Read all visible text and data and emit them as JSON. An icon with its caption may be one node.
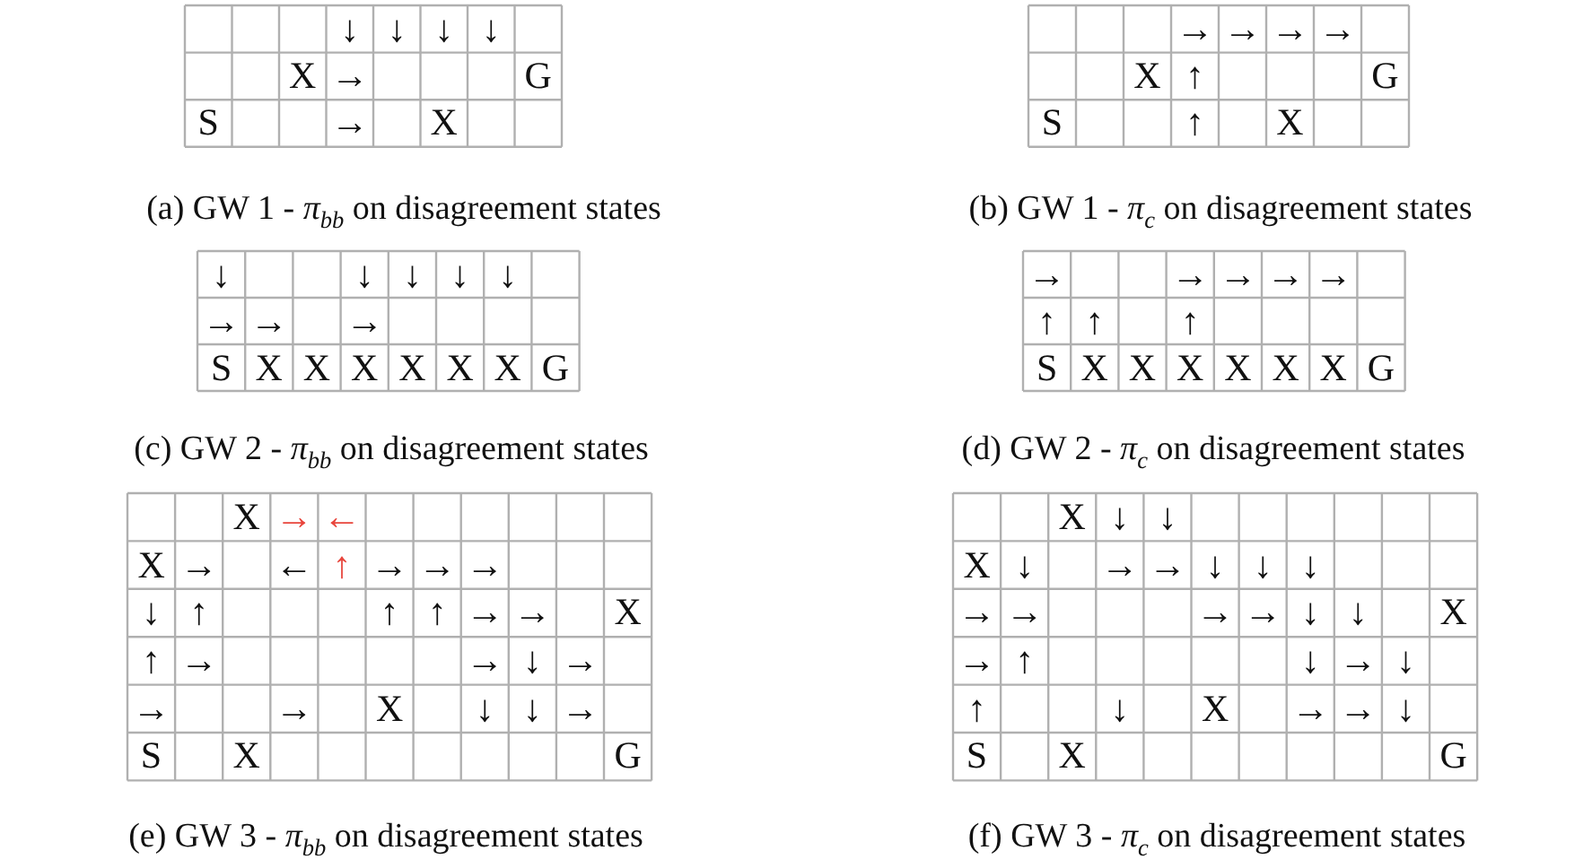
{
  "diagram": {
    "labels": [
      "↓",
      "↓",
      "↓",
      "↓",
      "X",
      "→",
      "G",
      "S",
      "→",
      "X",
      "(a) GW 1 - *π*$_{bb}$ on disagreement states",
      "→",
      "→",
      "→",
      "→",
      "X",
      "↑",
      "G",
      "S",
      "↑",
      "X",
      "(b) GW 1 - *π*$_{c}$ on disagreement states",
      "↓",
      "↓",
      "↓",
      "↓",
      "↓",
      "→",
      "→",
      "→",
      "S",
      "X",
      "X",
      "X",
      "X",
      "X",
      "X",
      "G",
      "(c) GW 2 - *π*$_{bb}$ on disagreement states",
      "→",
      "→",
      "→",
      "→",
      "→",
      "↑",
      "↑",
      "↑",
      "S",
      "X",
      "X",
      "X",
      "X",
      "X",
      "X",
      "G",
      "(d) GW 2 - *π*$_{c}$ on disagreement states",
      "X",
      "→",
      "←",
      "X",
      "→",
      "←",
      "↑",
      "→",
      "→",
      "→",
      "↓",
      "↑",
      "↑",
      "↑",
      "→",
      "→",
      "X",
      "↑",
      "→",
      "→",
      "↓",
      "→",
      "→",
      "→",
      "X",
      "↓",
      "↓",
      "→",
      "S",
      "X",
      "G",
      "(e) GW 3 - *π*$_{bb}$ on disagreement states",
      "X",
      "↓",
      "↓",
      "X",
      "↓",
      "→",
      "→",
      "↓",
      "↓",
      "↓",
      "→",
      "→",
      "→",
      "→",
      "↓",
      "↓",
      "X",
      "→",
      "↑",
      "↓",
      "→",
      "↓",
      "↑",
      "↓",
      "X",
      "→",
      "→",
      "↓",
      "S",
      "X",
      "G",
      "(f) GW 3 - *π*$_{c}$ on disagreement states"
    ]
  }
}
